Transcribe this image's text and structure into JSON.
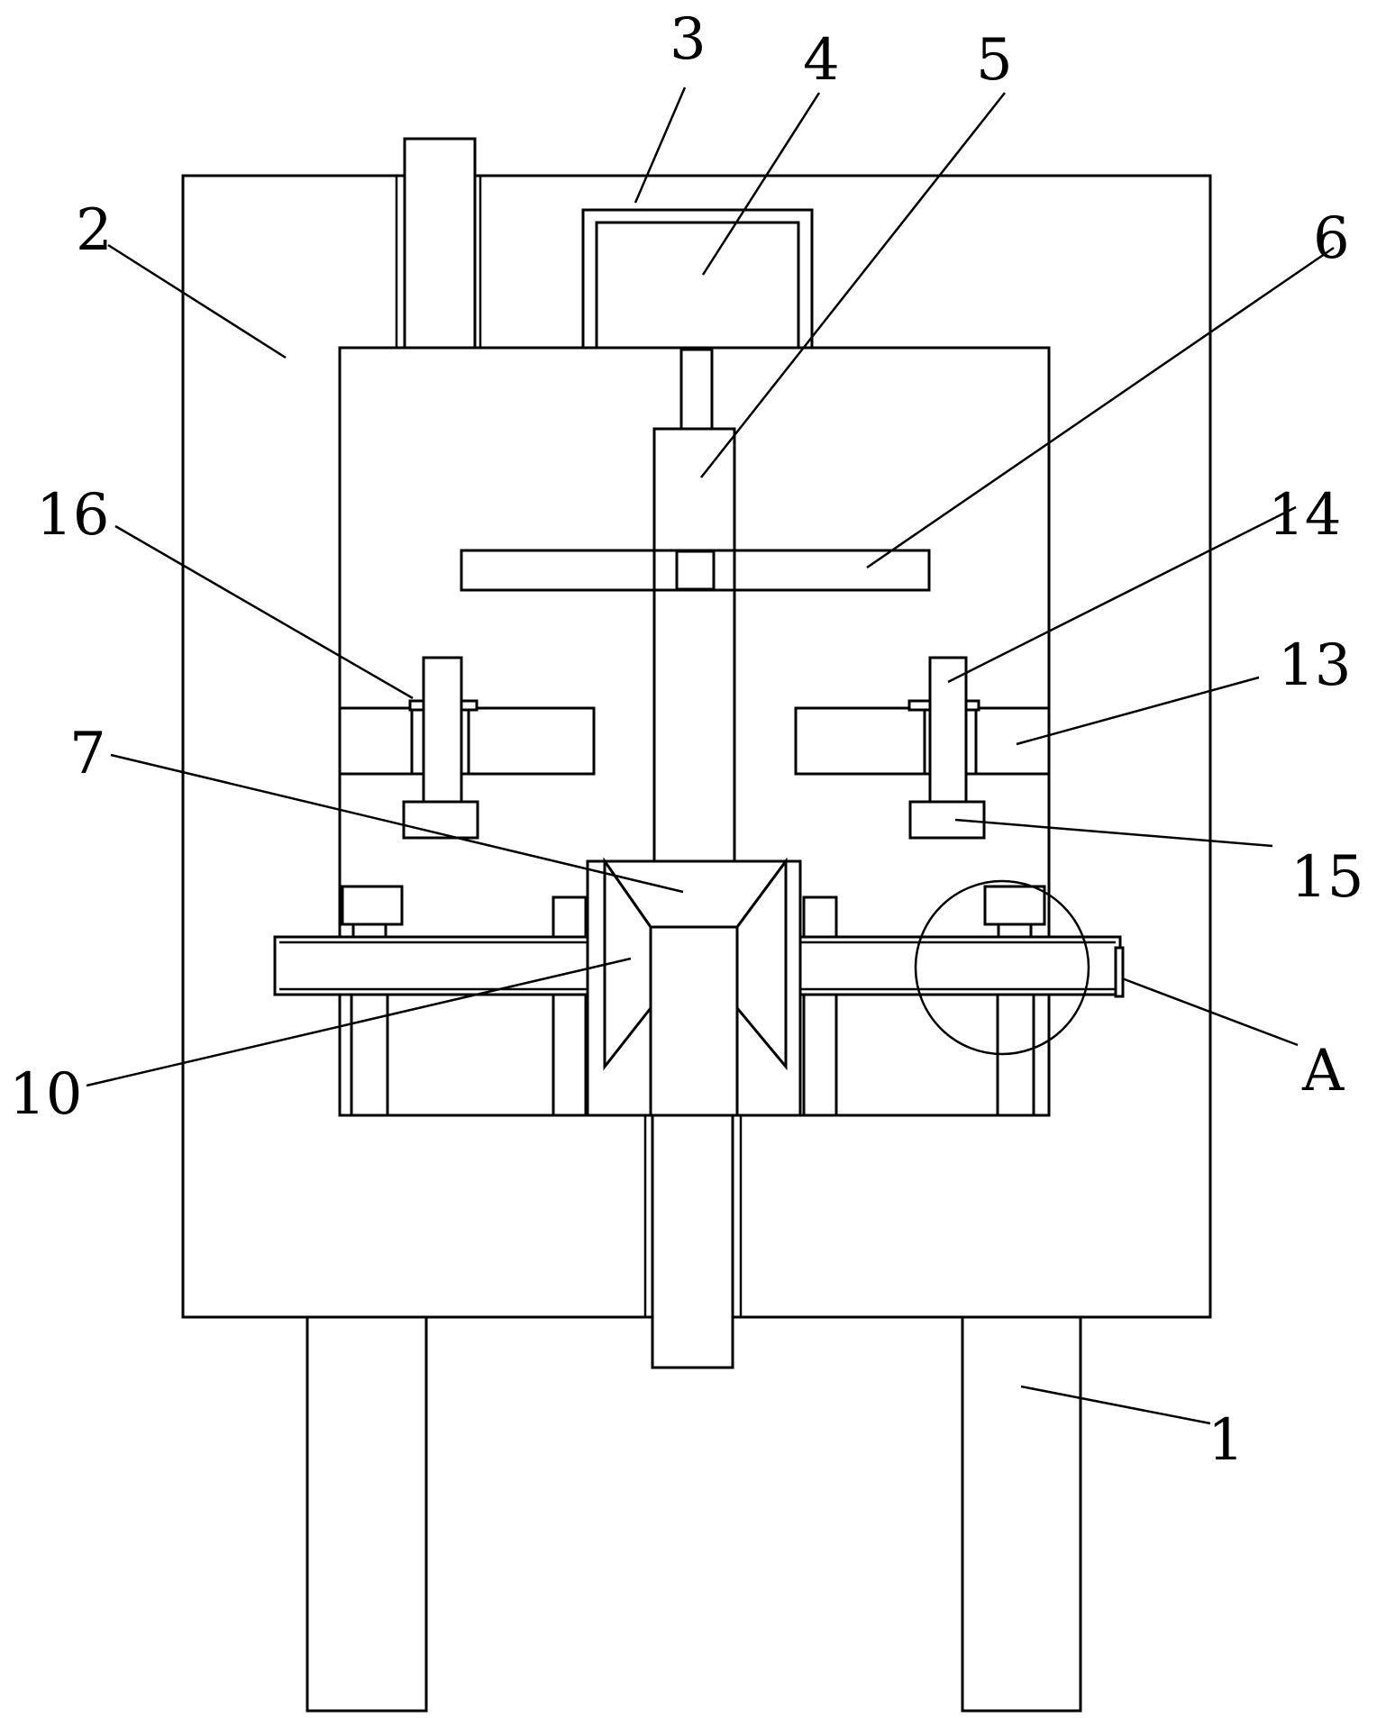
{
  "figure": {
    "labels": {
      "l1": "1",
      "l2": "2",
      "l3": "3",
      "l4": "4",
      "l5": "5",
      "l6": "6",
      "l7": "7",
      "l10": "10",
      "l13": "13",
      "l14": "14",
      "l15": "15",
      "l16": "16",
      "lA": "A"
    }
  }
}
